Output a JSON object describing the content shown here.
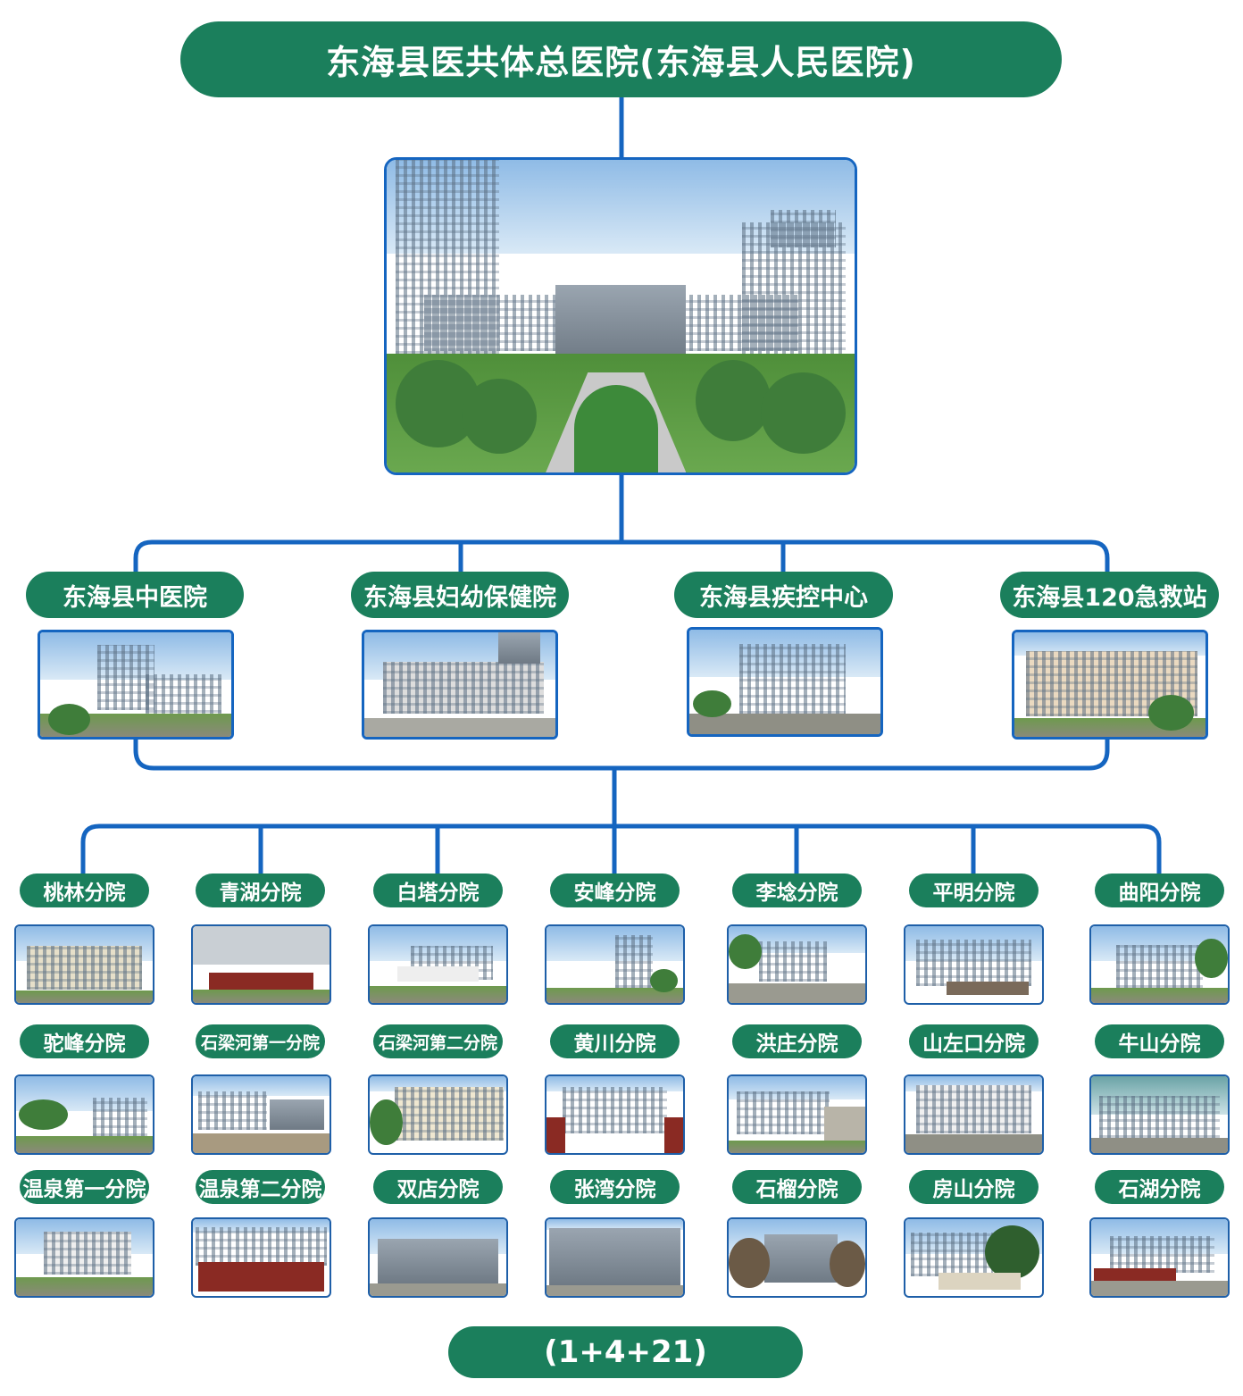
{
  "title": "东海县医共体总医院(东海县人民医院)",
  "footer": "(1+4+21)",
  "colors": {
    "pill": "#1b7f5c",
    "connector": "#1565c0",
    "photo_border": "#1e5fa8"
  },
  "main_photo": {
    "icon": "hospital-aerial-photo"
  },
  "level2": [
    {
      "label": "东海县中医院"
    },
    {
      "label": "东海县妇幼保健院"
    },
    {
      "label": "东海县疾控中心"
    },
    {
      "label": "东海县120急救站"
    }
  ],
  "level3": [
    {
      "label": "桃林分院"
    },
    {
      "label": "青湖分院"
    },
    {
      "label": "白塔分院"
    },
    {
      "label": "安峰分院"
    },
    {
      "label": "李埝分院"
    },
    {
      "label": "平明分院"
    },
    {
      "label": "曲阳分院"
    },
    {
      "label": "驼峰分院"
    },
    {
      "label": "石梁河第一分院"
    },
    {
      "label": "石梁河第二分院"
    },
    {
      "label": "黄川分院"
    },
    {
      "label": "洪庄分院"
    },
    {
      "label": "山左口分院"
    },
    {
      "label": "牛山分院"
    },
    {
      "label": "温泉第一分院"
    },
    {
      "label": "温泉第二分院"
    },
    {
      "label": "双店分院"
    },
    {
      "label": "张湾分院"
    },
    {
      "label": "石榴分院"
    },
    {
      "label": "房山分院"
    },
    {
      "label": "石湖分院"
    }
  ]
}
